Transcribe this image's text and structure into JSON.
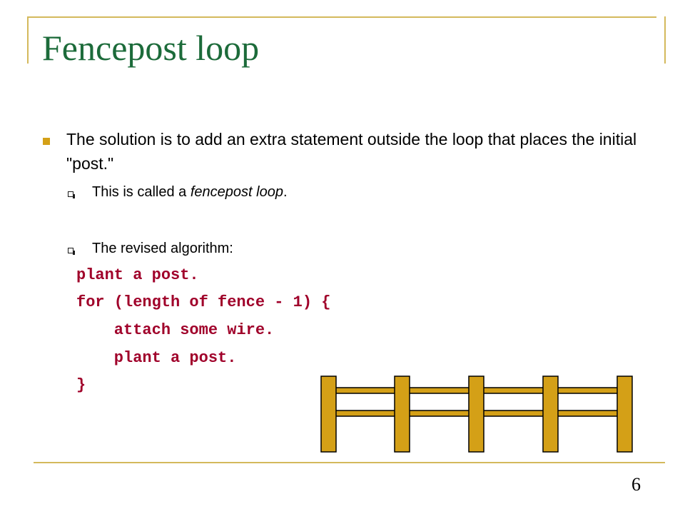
{
  "slide": {
    "title": "Fencepost loop",
    "page_number": "6"
  },
  "bullets": [
    {
      "text": "The solution is to add an extra statement outside the loop that places the initial \"post.\"",
      "sub_items": [
        {
          "prefix": "This is called a ",
          "emphasis": "fencepost loop",
          "suffix": "."
        },
        {
          "text": "The revised algorithm:"
        }
      ]
    }
  ],
  "code": {
    "lines": [
      "plant a post.",
      "for (length of fence - 1) {",
      "    attach some wire.",
      "    plant a post.",
      "}"
    ],
    "color": "#a0002a"
  },
  "colors": {
    "title": "#1c6b3a",
    "accent": "#d4b95c",
    "post_fill": "#d4a017"
  },
  "illustration": {
    "post_count": 5,
    "wire_count": 2,
    "icon": "fence-illustration"
  }
}
